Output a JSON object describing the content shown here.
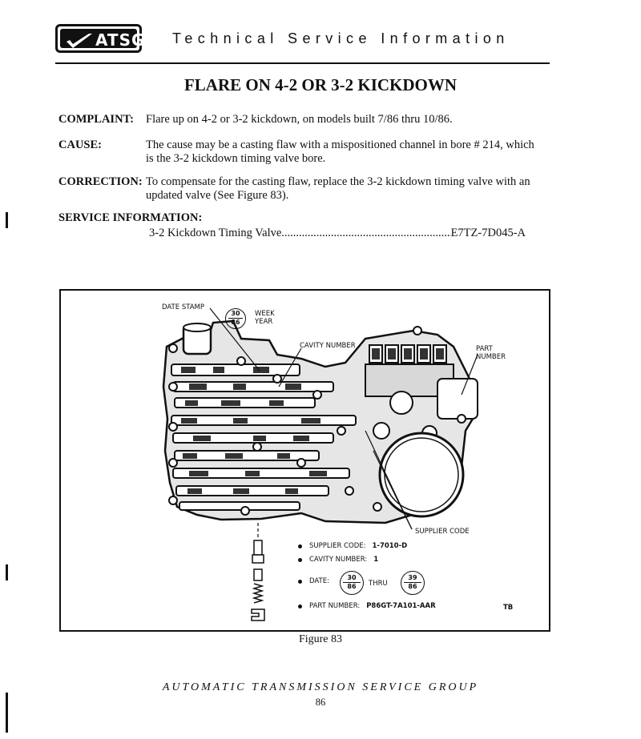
{
  "header": {
    "logo_text": "ATSG",
    "title": "Technical Service Information"
  },
  "title": "FLARE ON 4-2 OR 3-2 KICKDOWN",
  "sections": {
    "complaint": {
      "label": "COMPLAINT:",
      "text": "Flare up on 4-2 or 3-2 kickdown, on models built 7/86 thru 10/86."
    },
    "cause": {
      "label": "CAUSE:",
      "text": "The cause may be a casting flaw with a mispositioned channel in bore # 214, which is the 3-2 kickdown timing valve bore."
    },
    "correction": {
      "label": "CORRECTION:",
      "text": "To compensate for the casting flaw, replace the 3-2 kickdown timing valve with an updated valve (See Figure 83)."
    }
  },
  "service_info": {
    "label": "SERVICE INFORMATION:",
    "item": "3-2 Kickdown Timing Valve",
    "dots": "..........................................................................................................",
    "part": "E7TZ-7D045-A"
  },
  "figure": {
    "date_stamp_label": "DATE STAMP",
    "stamp_week": "30",
    "stamp_year": "86",
    "week_label": "WEEK",
    "year_label": "YEAR",
    "cavity_label": "CAVITY NUMBER",
    "part_label_1": "PART",
    "part_label_2": "NUMBER",
    "supplier_label": "SUPPLIER CODE",
    "tb": "TB",
    "bullets": {
      "supplier_code_label": "SUPPLIER CODE:",
      "supplier_code_value": "1-7010-D",
      "cavity_number_label": "CAVITY NUMBER:",
      "cavity_number_value": "1",
      "date_label": "DATE:",
      "date_from_week": "30",
      "date_from_year": "86",
      "thru": "THRU",
      "date_to_week": "39",
      "date_to_year": "86",
      "part_number_label": "PART NUMBER:",
      "part_number_value": "P86GT-7A101-AAR"
    }
  },
  "caption": "Figure 83",
  "footer": "AUTOMATIC TRANSMISSION SERVICE GROUP",
  "page_number": "86"
}
